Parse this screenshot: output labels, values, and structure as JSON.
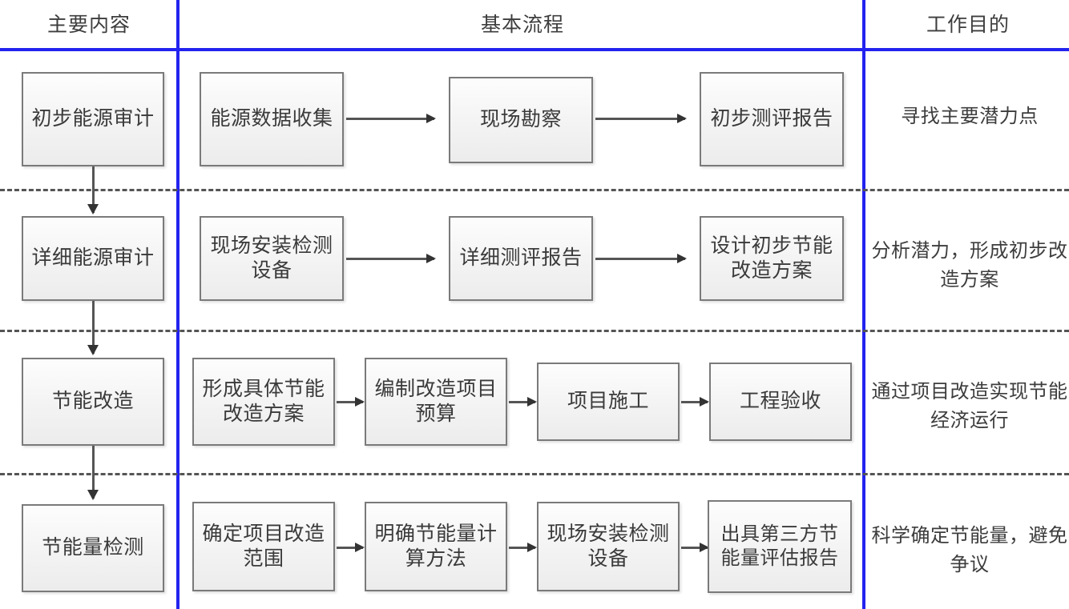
{
  "header": {
    "col_main_content": "主要内容",
    "col_basic_process": "基本流程",
    "col_work_purpose": "工作目的"
  },
  "rows": [
    {
      "stage": "初步能源审计",
      "steps": [
        "能源数据收集",
        "现场勘察",
        "初步测评报告"
      ],
      "purpose": "寻找主要潜力点"
    },
    {
      "stage": "详细能源审计",
      "steps": [
        "现场安装检测设备",
        "详细测评报告",
        "设计初步节能改造方案"
      ],
      "purpose": "分析潜力，形成初步改造方案"
    },
    {
      "stage": "节能改造",
      "steps": [
        "形成具体节能改造方案",
        "编制改造项目预算",
        "项目施工",
        "工程验收"
      ],
      "purpose": "通过项目改造实现节能经济运行"
    },
    {
      "stage": "节能量检测",
      "steps": [
        "确定项目改造范围",
        "明确节能量计算方法",
        "现场安装检测设备",
        "出具第三方节能量评估报告"
      ],
      "purpose": "科学确定节能量，避免争议"
    }
  ],
  "colors": {
    "divider_blue": "#2323f0",
    "box_border": "#7a7a7a",
    "box_fill": "#f3f3f3",
    "connector": "#555555",
    "text": "#3d3d3d"
  }
}
